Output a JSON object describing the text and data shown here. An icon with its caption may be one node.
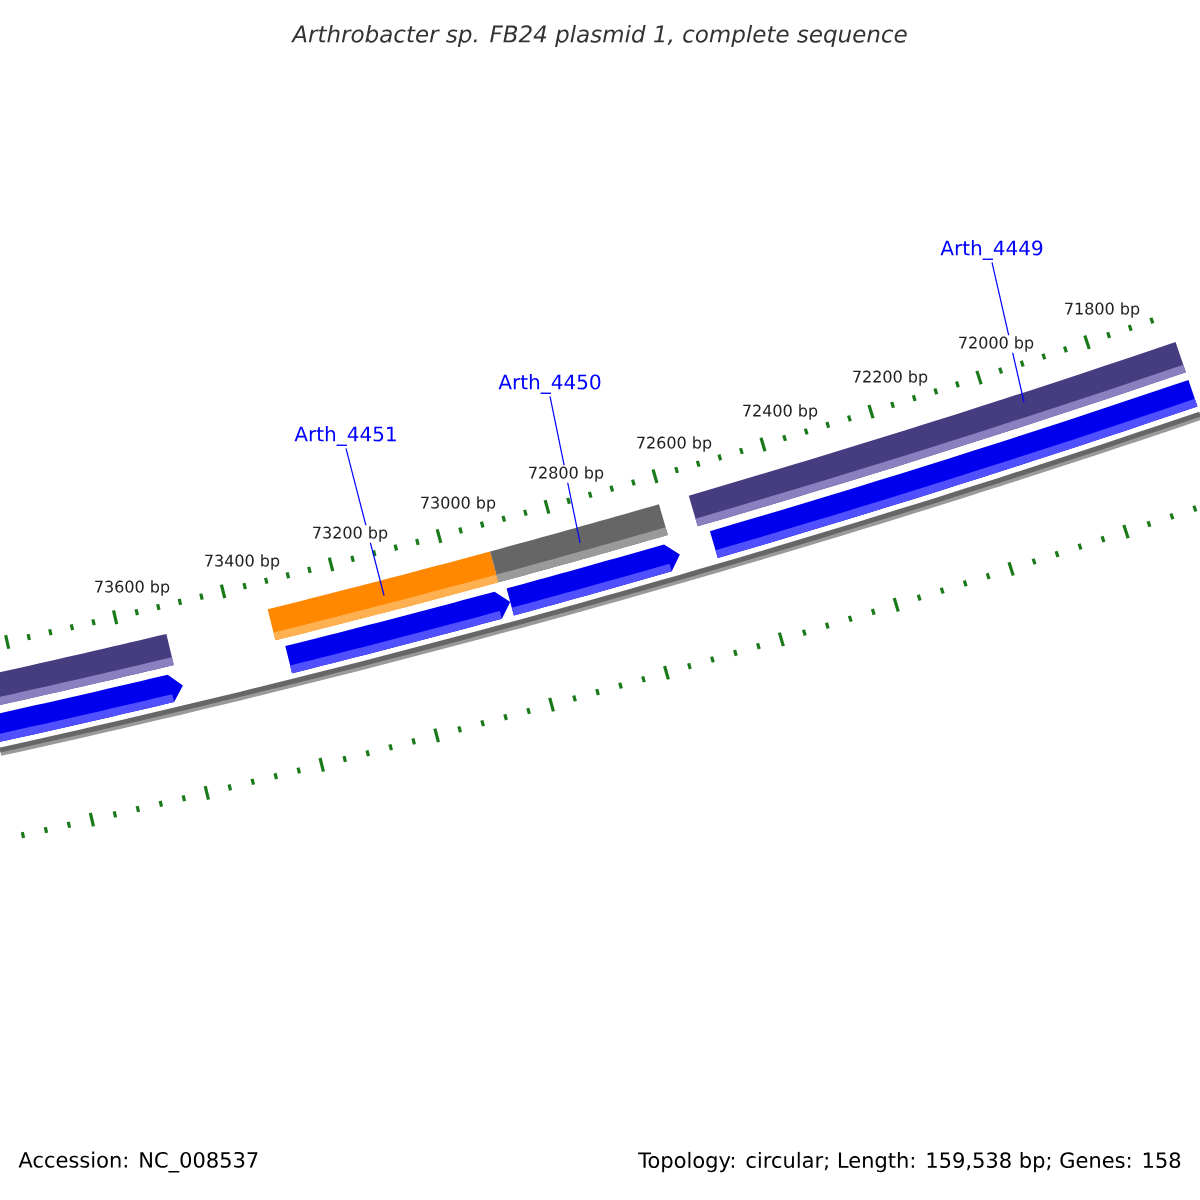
{
  "diagram": {
    "title": "Arthrobacter sp. FB24 plasmid 1, complete sequence",
    "nodes": [
      {
        "text": [
          "Arth_4451"
        ]
      },
      {
        "text": [
          "Arth_4450"
        ]
      },
      {
        "text": [
          "Arth_4449"
        ]
      },
      {
        "text": [],
        "shape": "bar"
      },
      {
        "text": [],
        "shape": "arrow"
      },
      {
        "text": [],
        "shape": "bar"
      },
      {
        "text": [],
        "shape": "arrow"
      },
      {
        "text": [],
        "shape": "bar"
      },
      {
        "text": [],
        "shape": "arrow"
      },
      {
        "text": [],
        "shape": "bar"
      },
      {
        "text": [],
        "shape": "arrow"
      }
    ],
    "edges": [
      {
        "from": 0,
        "to": 5,
        "arrow": "none"
      },
      {
        "from": 1,
        "to": 7,
        "arrow": "none"
      },
      {
        "from": 2,
        "to": 9,
        "arrow": "none"
      }
    ],
    "labels": [
      "73600 bp",
      "73400 bp",
      "73200 bp",
      "73000 bp",
      "72800 bp",
      "72600 bp",
      "72400 bp",
      "72200 bp",
      "72000 bp",
      "71800 bp",
      "Accession: NC_008537",
      "Topology: circular; Length: 159,538 bp; Genes: 158"
    ]
  }
}
